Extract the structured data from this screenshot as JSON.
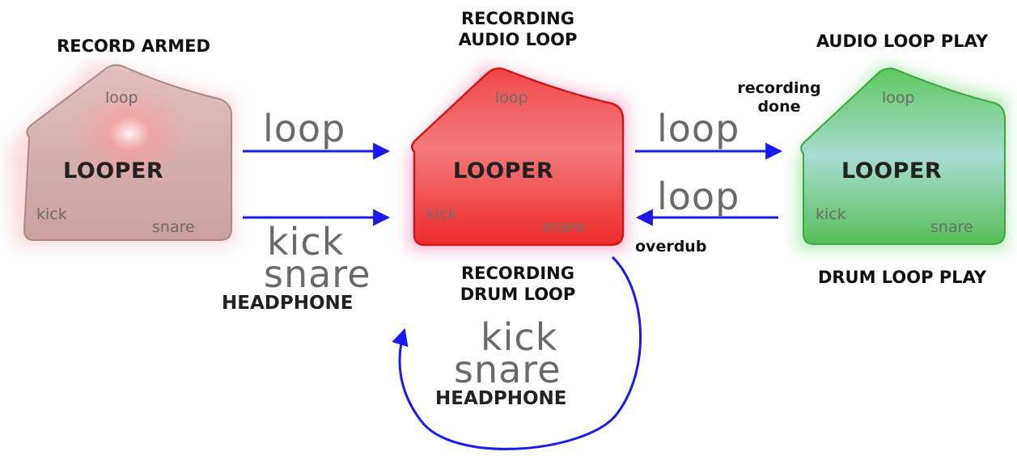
{
  "states": {
    "armed": {
      "title": "RECORD ARMED",
      "pad": {
        "center": "LOOPER",
        "top": "loop",
        "left": "kick",
        "right": "snare"
      },
      "color": "#d9a3a3"
    },
    "recording": {
      "title": "RECORDING\nAUDIO LOOP",
      "pad": {
        "center": "LOOPER",
        "top": "loop",
        "left": "kick",
        "right": "snare"
      },
      "color": "#ee3333"
    },
    "play": {
      "title": "AUDIO LOOP PLAY",
      "pad": {
        "center": "LOOPER",
        "top": "loop",
        "left": "kick",
        "right": "snare"
      },
      "color": "#66cc66"
    },
    "drum_record": {
      "title": "RECORDING\nDRUM LOOP"
    },
    "drum_play": {
      "title": "DRUM LOOP PLAY"
    }
  },
  "transitions": {
    "armed_to_recording_loop": {
      "label": "loop"
    },
    "armed_to_recording_drums": {
      "labels": [
        "kick",
        "snare"
      ],
      "caps": "HEADPHONE"
    },
    "recording_to_play": {
      "label": "loop",
      "note": "recording\ndone"
    },
    "play_to_recording": {
      "label": "loop",
      "note": "overdub"
    },
    "drum_self_loop": {
      "labels": [
        "kick",
        "snare"
      ],
      "caps": "HEADPHONE"
    }
  },
  "colors": {
    "arrow": "#1a1aee"
  }
}
